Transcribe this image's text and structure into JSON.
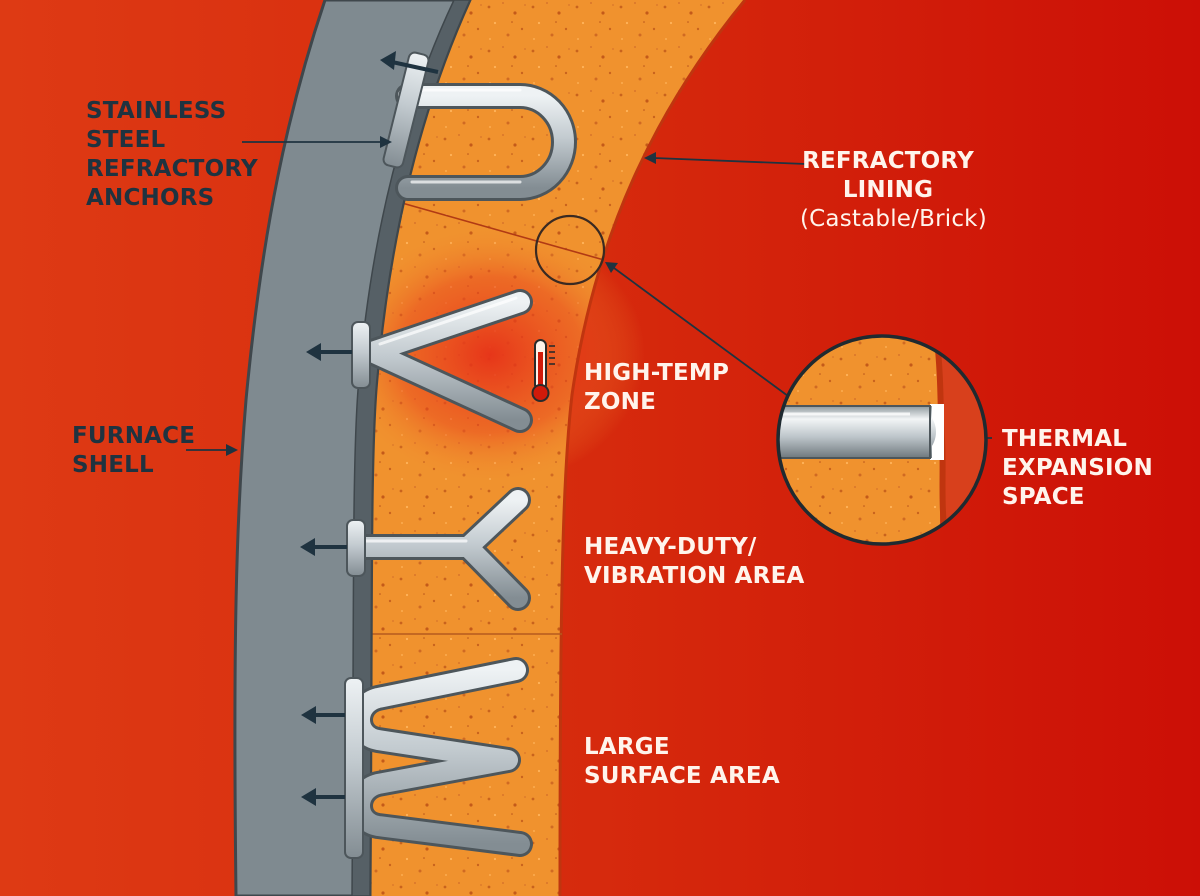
{
  "labels": {
    "anchors": [
      "STAINLESS",
      "STEEL",
      "REFRACTORY",
      "ANCHORS"
    ],
    "shell": [
      "FURNACE",
      "SHELL"
    ],
    "lining": [
      "REFRACTORY",
      "LINING"
    ],
    "lining_sub": "(Castable/Brick)",
    "high_temp": [
      "HIGH-TEMP",
      "ZONE"
    ],
    "heavy_duty": [
      "HEAVY-DUTY/",
      "VIBRATION AREA"
    ],
    "large_surface": [
      "LARGE",
      "SURFACE AREA"
    ],
    "thermal": [
      "THERMAL",
      "EXPANSION",
      "SPACE"
    ]
  },
  "colors": {
    "shell_gray": "#7f8a90",
    "shell_dark": "#4b5459",
    "castable_orange": "#f0922e",
    "hot_zone_red": "#e8421e",
    "interior_red": "#d61a0a",
    "steel": "#c3cbd0",
    "label_dark": "#1f3340",
    "label_light": "#fff4ec"
  },
  "icons": {
    "temperature": "thermometer-icon",
    "callout": "magnifier-circle"
  }
}
